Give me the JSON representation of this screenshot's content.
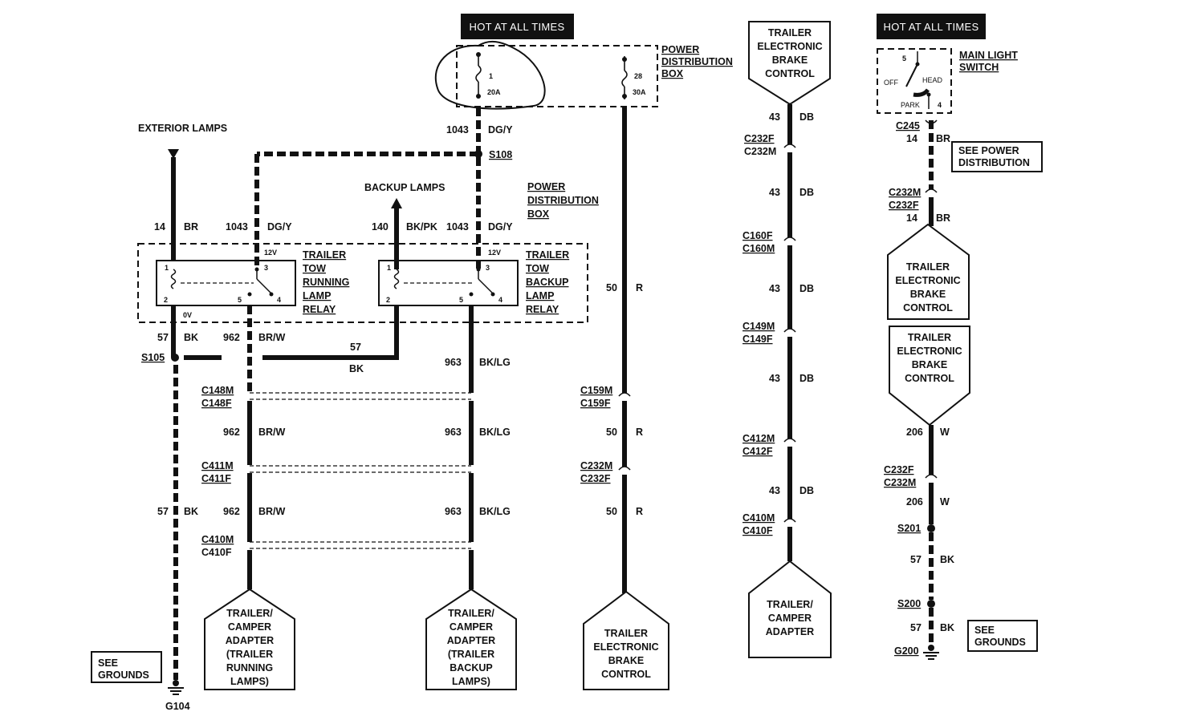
{
  "hot_labels": [
    "HOT AT ALL TIMES",
    "HOT AT ALL TIMES"
  ],
  "pdb_top": {
    "line1": "POWER",
    "line2": "DISTRIBUTION",
    "line3": "BOX",
    "fuse1_num": "1",
    "fuse1_amp": "20A",
    "fuse2_num": "28",
    "fuse2_amp": "30A"
  },
  "pdb_mid": {
    "line1": "POWER",
    "line2": "DISTRIBUTION",
    "line3": "BOX"
  },
  "exterior_lamps": "EXTERIOR LAMPS",
  "backup_lamps": "BACKUP LAMPS",
  "splices": {
    "s108": "S108",
    "s105": "S105",
    "s201": "S201",
    "s200": "S200"
  },
  "grounds": {
    "g104": "G104",
    "g200": "G200"
  },
  "see_grounds": {
    "line1": "SEE",
    "line2": "GROUNDS"
  },
  "see_power": {
    "line1": "SEE POWER",
    "line2": "DISTRIBUTION"
  },
  "relay_running": {
    "line1": "TRAILER",
    "line2": "TOW",
    "line3": "RUNNING",
    "line4": "LAMP",
    "line5": "RELAY",
    "v12": "12V",
    "v0": "0V",
    "p1": "1",
    "p2": "2",
    "p3": "3",
    "p4": "4",
    "p5": "5"
  },
  "relay_backup": {
    "line1": "TRAILER",
    "line2": "TOW",
    "line3": "BACKUP",
    "line4": "LAMP",
    "line5": "RELAY",
    "v12": "12V",
    "p1": "1",
    "p2": "2",
    "p3": "3",
    "p4": "4",
    "p5": "5"
  },
  "wires": {
    "w14": "14",
    "br": "BR",
    "w1043": "1043",
    "dgy": "DG/Y",
    "w140": "140",
    "bkpk": "BK/PK",
    "w57": "57",
    "bk": "BK",
    "w962": "962",
    "brw": "BR/W",
    "w963": "963",
    "bklg": "BK/LG",
    "w50": "50",
    "r": "R",
    "w43": "43",
    "db": "DB",
    "w206": "206",
    "w": "W"
  },
  "connectors": {
    "c148m": "C148M",
    "c148f": "C148F",
    "c411m": "C411M",
    "c411f": "C411F",
    "c410m": "C410M",
    "c410f": "C410F",
    "c159m": "C159M",
    "c159f": "C159F",
    "c232m": "C232M",
    "c232f": "C232F",
    "c160f": "C160F",
    "c160m": "C160M",
    "c149m": "C149M",
    "c149f": "C149F",
    "c412m": "C412M",
    "c412f": "C412F",
    "c245": "C245"
  },
  "main_light_switch": {
    "line1": "MAIN LIGHT",
    "line2": "SWITCH",
    "off": "OFF",
    "head": "HEAD",
    "park": "PARK",
    "p5": "5",
    "p4": "4"
  },
  "components": {
    "adapter_running": [
      "TRAILER/",
      "CAMPER",
      "ADAPTER",
      "(TRAILER",
      "RUNNING",
      "LAMPS)"
    ],
    "adapter_backup": [
      "TRAILER/",
      "CAMPER",
      "ADAPTER",
      "(TRAILER",
      "BACKUP",
      "LAMPS)"
    ],
    "brake_control_bottom": [
      "TRAILER",
      "ELECTRONIC",
      "BRAKE",
      "CONTROL"
    ],
    "brake_control_top": [
      "TRAILER",
      "ELECTRONIC",
      "BRAKE",
      "CONTROL"
    ],
    "adapter_col4": [
      "TRAILER/",
      "CAMPER",
      "ADAPTER"
    ],
    "brake_control_r1": [
      "TRAILER",
      "ELECTRONIC",
      "BRAKE",
      "CONTROL"
    ],
    "brake_control_r2": [
      "TRAILER",
      "ELECTRONIC",
      "BRAKE",
      "CONTROL"
    ]
  }
}
